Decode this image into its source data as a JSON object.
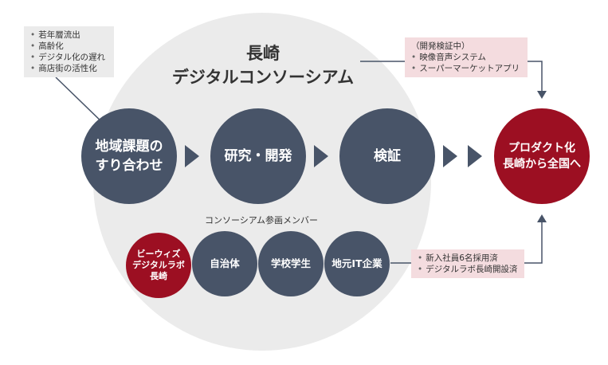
{
  "title": {
    "line1": "長崎",
    "line2": "デジタルコンソーシアム"
  },
  "issues_box": {
    "items": [
      "若年層流出",
      "高齢化",
      "デジタル化の遅れ",
      "商店街の活性化"
    ]
  },
  "verification_box": {
    "header": "（開発検証中）",
    "items": [
      "映像音声システム",
      "スーパーマーケットアプリ"
    ]
  },
  "results_box": {
    "items": [
      "新入社員6名採用済",
      "デジタルラボ長崎開設済"
    ]
  },
  "process": [
    {
      "line1": "地域課題の",
      "line2": "すり合わせ"
    },
    {
      "line1": "研究・開発",
      "line2": ""
    },
    {
      "line1": "検証",
      "line2": ""
    }
  ],
  "goal": {
    "line1": "プロダクト化",
    "line2": "長崎から全国へ"
  },
  "members_label": "コンソーシアム参画メンバー",
  "members": [
    {
      "line1": "ビーウィズ",
      "line2": "デジタルラボ",
      "line3": "長崎"
    },
    {
      "line1": "自治体"
    },
    {
      "line1": "学校学生"
    },
    {
      "line1": "地元IT企業"
    }
  ],
  "colors": {
    "navy": "#485468",
    "crimson": "#9c0f22",
    "circle_bg": "#ebebeb",
    "pink_box": "#f4dcdf",
    "gray_box": "#ebebeb"
  }
}
